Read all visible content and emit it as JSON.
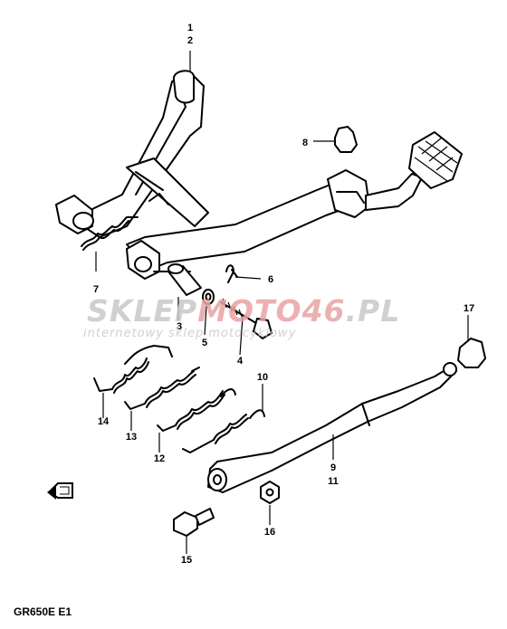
{
  "diagram": {
    "model_code": "GR650E E1",
    "fwd_icon": "fwd-arrow-icon",
    "callouts": [
      "1",
      "2",
      "3",
      "4",
      "5",
      "6",
      "7",
      "8",
      "9",
      "10",
      "11",
      "12",
      "13",
      "14",
      "15",
      "16",
      "17"
    ]
  },
  "watermark": {
    "text_main": "SKLEPMOTO46.PL",
    "text_sub": "internetowy sklep motocyklowy",
    "colors": {
      "gray": "#c8c8c8",
      "red": "#e8a4a4"
    }
  }
}
